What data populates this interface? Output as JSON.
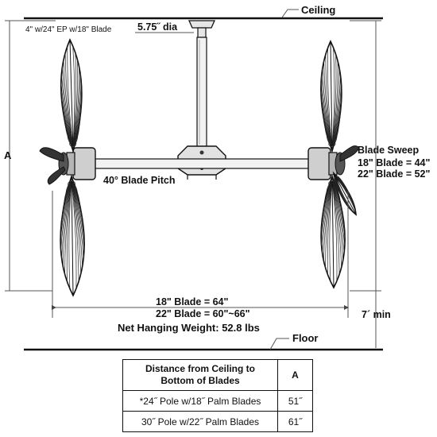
{
  "labels": {
    "ceiling": "Ceiling",
    "floor": "Floor",
    "diameter": "5.75˝ dia",
    "downrod": "4\" w/24\" EP w/18\" Blade",
    "a_marker": "A",
    "blade_pitch": "40° Blade Pitch",
    "blade_sweep_title": "Blade Sweep",
    "sweep_18": "18\" Blade = 44\"",
    "sweep_22": "22\" Blade = 52\"",
    "span_18": "18\" Blade = 64\"",
    "span_22": "22\" Blade = 60\"~66\"",
    "min_height": "7´ min",
    "weight": "Net Hanging Weight: 52.8 lbs"
  },
  "table": {
    "header_main_line1": "Distance from Ceiling to",
    "header_main_line2": "Bottom of Blades",
    "header_a": "A",
    "rows": [
      {
        "config": "*24˝ Pole w/18˝ Palm Blades",
        "a": "51˝"
      },
      {
        "config": "30˝ Pole w/22˝ Palm Blades",
        "a": "61˝"
      }
    ]
  }
}
